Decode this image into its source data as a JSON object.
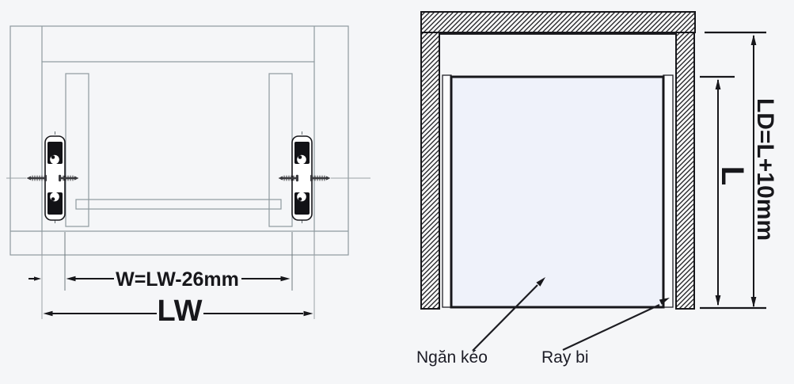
{
  "diagram": {
    "left_view": {
      "width_formula_label": "W=LW-26mm",
      "cabinet_width_label": "LW"
    },
    "right_view": {
      "length_formula_label": "LD=L+10mm",
      "rail_length_label": "L",
      "drawer_label": "Ngăn kéo",
      "rail_label": "Ray bi"
    }
  },
  "colors": {
    "background": "#f5f6f8",
    "cabinet_fill": "#e3ecee",
    "opening_fill": "#fdfefe",
    "panel_fill": "#d6dee1",
    "bottom_bar_fill": "#c2cdd0",
    "drawer_top_fill": "#eff2fa",
    "rail_strip_fill": "#fcfdff",
    "ink": "#17171b",
    "grey_line": "#8e9a9e"
  }
}
